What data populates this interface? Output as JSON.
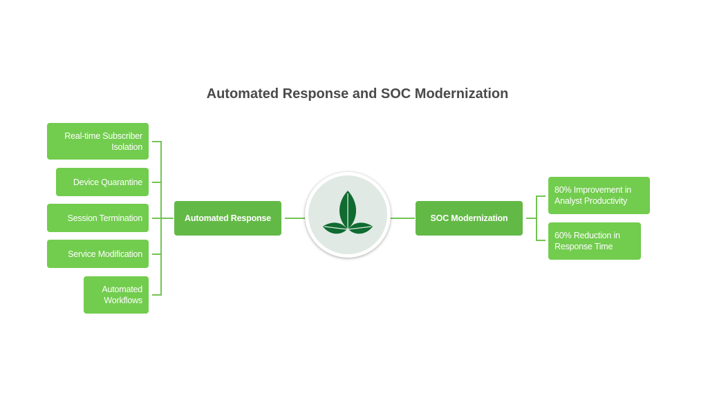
{
  "title": "Automated Response and SOC Modernization",
  "left_items": [
    {
      "label": "Real-time Subscriber Isolation"
    },
    {
      "label": "Device Quarantine"
    },
    {
      "label": "Session Termination"
    },
    {
      "label": "Service Modification"
    },
    {
      "label": "Automated Workflows"
    }
  ],
  "left_hub": {
    "label": "Automated Response"
  },
  "center": {
    "icon": "leaf-icon"
  },
  "right_hub": {
    "label": "SOC Modernization"
  },
  "right_items": [
    {
      "label": "80% Improvement in Analyst Productivity"
    },
    {
      "label": "60% Reduction in Response Time"
    }
  ],
  "colors": {
    "box": "#72cc4e",
    "hub": "#63b946",
    "connector": "#72c451",
    "leaf": "#0f6b30",
    "circle_fill": "#e0e9e4",
    "title": "#4a4a4a"
  }
}
